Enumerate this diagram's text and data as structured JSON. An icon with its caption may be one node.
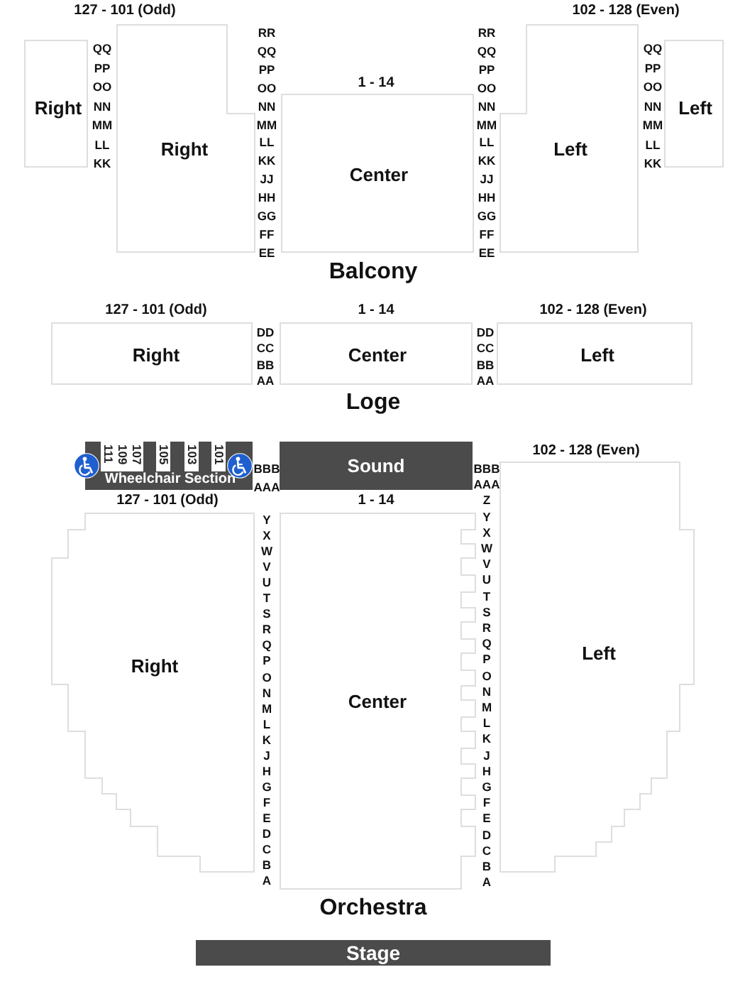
{
  "diagram": {
    "nodes": [
      {
        "text": [
          "Right"
        ]
      },
      {
        "text": [
          "Right"
        ],
        "beside": [
          "127 - 101 (Odd)"
        ]
      },
      {
        "text": [
          "Center"
        ],
        "beside": [
          "1 - 14"
        ]
      },
      {
        "text": [
          "Left"
        ],
        "beside": [
          "102 - 128 (Even)"
        ]
      },
      {
        "text": [
          "Left"
        ]
      },
      {
        "text": [
          "Right"
        ],
        "beside": [
          "127 - 101 (Odd)"
        ]
      },
      {
        "text": [
          "Center"
        ],
        "beside": [
          "1 - 14"
        ]
      },
      {
        "text": [
          "Left"
        ],
        "beside": [
          "102 - 128 (Even)"
        ]
      },
      {
        "text": [
          "Wheelchair Section"
        ]
      },
      {
        "text": [
          "111"
        ],
        "in": 8
      },
      {
        "text": [
          "109"
        ],
        "in": 8
      },
      {
        "text": [
          "107"
        ],
        "in": 8
      },
      {
        "text": [
          "105"
        ],
        "in": 8
      },
      {
        "text": [
          "103"
        ],
        "in": 8
      },
      {
        "text": [
          "101"
        ],
        "in": 8
      },
      {
        "text": [
          "Sound"
        ]
      },
      {
        "text": [
          "Right"
        ],
        "beside": [
          "127 - 101 (Odd)"
        ]
      },
      {
        "text": [
          "Center"
        ],
        "beside": [
          "1 - 14"
        ]
      },
      {
        "text": [
          "Left"
        ],
        "beside": [
          "102 - 128 (Even)"
        ]
      },
      {
        "text": [
          "Stage"
        ]
      }
    ],
    "labels": [
      "QQ",
      "PP",
      "OO",
      "NN",
      "MM",
      "LL",
      "KK",
      "RR",
      "QQ",
      "PP",
      "OO",
      "NN",
      "MM",
      "LL",
      "KK",
      "JJ",
      "HH",
      "GG",
      "FF",
      "EE",
      "RR",
      "QQ",
      "PP",
      "OO",
      "NN",
      "MM",
      "LL",
      "KK",
      "JJ",
      "HH",
      "GG",
      "FF",
      "EE",
      "QQ",
      "PP",
      "OO",
      "NN",
      "MM",
      "LL",
      "KK",
      "Balcony",
      "DD",
      "CC",
      "BB",
      "AA",
      "DD",
      "CC",
      "BB",
      "AA",
      "Loge",
      "BBB",
      "AAA",
      "Y",
      "X",
      "W",
      "V",
      "U",
      "T",
      "S",
      "R",
      "Q",
      "P",
      "O",
      "N",
      "M",
      "L",
      "K",
      "J",
      "H",
      "G",
      "F",
      "E",
      "D",
      "C",
      "B",
      "A",
      "BBB",
      "AAA",
      "Z",
      "Y",
      "X",
      "W",
      "V",
      "U",
      "T",
      "S",
      "R",
      "Q",
      "P",
      "O",
      "N",
      "M",
      "L",
      "K",
      "J",
      "H",
      "G",
      "F",
      "E",
      "D",
      "C",
      "B",
      "A",
      "Orchestra"
    ]
  }
}
